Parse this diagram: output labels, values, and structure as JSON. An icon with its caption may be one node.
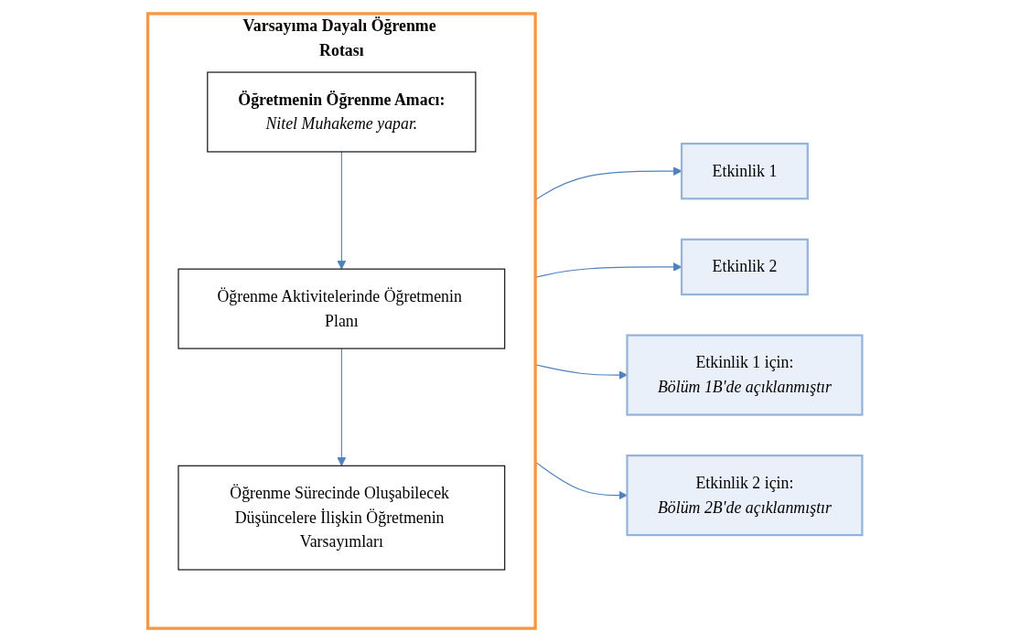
{
  "diagram": {
    "nodes": [
      {
        "text": [
          "Varsayıma Dayalı Öğrenme Rotası"
        ]
      },
      {
        "text": [
          "Öğretmenin Öğrenme Amacı:",
          "Nitel Muhakeme yapar."
        ],
        "in": 0
      },
      {
        "text": [
          "Öğrenme Aktivitelerinde Öğretmenin Planı"
        ],
        "in": 0
      },
      {
        "text": [
          "Öğrenme Sürecinde Oluşabilecek Düşüncelere İlişkin Öğretmenin Varsayımları"
        ],
        "in": 0
      },
      {
        "text": [
          "Etkinlik 1"
        ]
      },
      {
        "text": [
          "Etkinlik 2"
        ]
      },
      {
        "text": [
          "Etkinlik 1 için:",
          "Bölüm 1B'de açıklanmıştır"
        ]
      },
      {
        "text": [
          "Etkinlik 2 için:",
          "Bölüm 2B'de açıklanmıştır"
        ]
      }
    ],
    "edges": [
      {
        "from": 1,
        "to": 2,
        "arrow": "to"
      },
      {
        "from": 2,
        "to": 3,
        "arrow": "to"
      },
      {
        "from": 0,
        "to": 4,
        "arrow": "to"
      },
      {
        "from": 0,
        "to": 5,
        "arrow": "to"
      },
      {
        "from": 0,
        "to": 6,
        "arrow": "to"
      },
      {
        "from": 0,
        "to": 7,
        "arrow": "to"
      }
    ]
  }
}
